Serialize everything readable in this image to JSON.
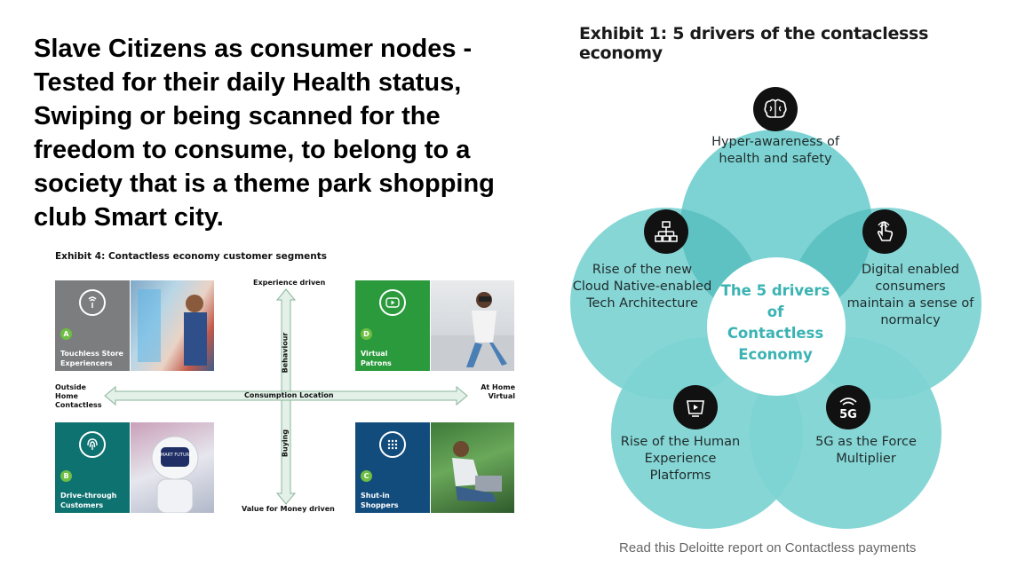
{
  "headline": "Slave Citizens as consumer nodes - Tested for their daily Health status, Swiping or being scanned for the freedom to consume, to belong to a society that is a theme park shopping club Smart city.",
  "exhibit4": {
    "title": "Exhibit 4: Contactless economy customer segments",
    "axes": {
      "top": "Experience driven",
      "bottom": "Value for Money driven",
      "left": "Outside Home Contactless",
      "left_lines": [
        "Outside",
        "Home",
        "Contactless"
      ],
      "right_lines": [
        "At Home",
        "Virtual"
      ],
      "center": "Consumption Location",
      "upper_vertical": "Behaviour",
      "lower_vertical": "Buying"
    },
    "segments": [
      {
        "letter": "A",
        "label_lines": [
          "Touchless Store",
          "Experiencers"
        ],
        "color": "#7b7d7f",
        "badge": "#6fbe44"
      },
      {
        "letter": "B",
        "label_lines": [
          "Drive-through",
          "Customers"
        ],
        "color": "#0e7271",
        "badge": "#6fbe44"
      },
      {
        "letter": "D",
        "label_lines": [
          "Virtual",
          "Patrons"
        ],
        "color": "#2a9a3c",
        "badge": "#6fbe44"
      },
      {
        "letter": "C",
        "label_lines": [
          "Shut-in",
          "Shoppers"
        ],
        "color": "#124c7d",
        "badge": "#6fbe44"
      }
    ],
    "photo_text": "SMART FUTURE"
  },
  "exhibit1": {
    "title": "Exhibit 1: 5 drivers of the contaclesss economy",
    "center_lines": [
      "The 5 drivers",
      "of Contactless",
      "Economy"
    ],
    "drivers": [
      {
        "icon": "brain-icon",
        "lines": [
          "Hyper-awareness of",
          "health and safety"
        ]
      },
      {
        "icon": "hand-touch-icon",
        "lines": [
          "Digital enabled",
          "consumers",
          "maintain a sense of",
          "normalcy"
        ]
      },
      {
        "icon": "5g-icon",
        "icon_text": "5G",
        "lines": [
          "5G as the Force",
          "Multiplier"
        ]
      },
      {
        "icon": "screen-play-icon",
        "lines": [
          "Rise of the Human",
          "Experience",
          "Platforms"
        ]
      },
      {
        "icon": "network-tree-icon",
        "lines": [
          "Rise of the new",
          "Cloud Native-enabled",
          "Tech Architecture"
        ]
      }
    ],
    "colors": {
      "petal": "#7dd3d3",
      "petal_overlap": "#56c0c0",
      "center": "#ffffff",
      "accent": "#3bb3b3"
    }
  },
  "footer": "Read this Deloitte report on Contactless payments"
}
